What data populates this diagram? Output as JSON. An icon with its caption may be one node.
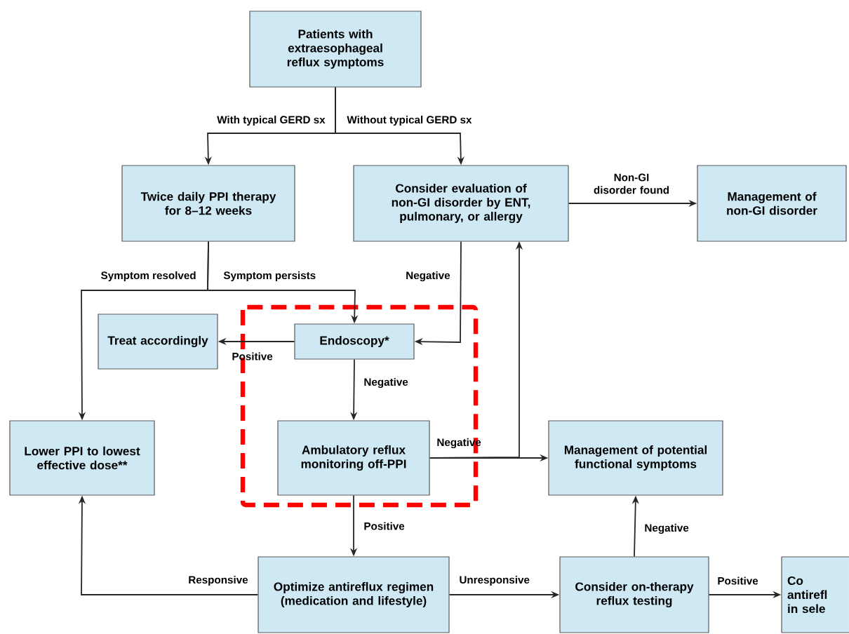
{
  "diagram": {
    "nodes": [
      {
        "text": [
          "Patients with extraesophageal reflux symptoms"
        ]
      },
      {
        "text": [
          "Twice daily PPI therapy for 8–12 weeks"
        ]
      },
      {
        "text": [
          "Consider evaluation of non-GI disorder by ENT, pulmonary, or allergy"
        ]
      },
      {
        "text": [
          "Management of non-GI disorder"
        ]
      },
      {
        "text": [
          "Treat accordingly"
        ]
      },
      {
        "text": [
          "Endoscopy*"
        ]
      },
      {
        "text": [
          "Lower PPI to lowest effective dose**"
        ]
      },
      {
        "text": [
          "Ambulatory reflux monitoring off-PPI"
        ]
      },
      {
        "text": [
          "Management of potential functional symptoms"
        ]
      },
      {
        "text": [
          "Optimize antireflux regimen (medication and lifestyle)"
        ]
      },
      {
        "text": [
          "Consider on-therapy reflux testing"
        ]
      },
      {
        "text": [
          "Co antirefl in sele"
        ]
      }
    ],
    "edges": [
      {
        "from": 0,
        "to": 1,
        "arrow": "to",
        "label": "With typical GERD sx"
      },
      {
        "from": 0,
        "to": 2,
        "arrow": "to",
        "label": "Without typical GERD sx"
      },
      {
        "from": 2,
        "to": 3,
        "arrow": "to",
        "label": "Non-GI disorder found"
      },
      {
        "from": 1,
        "to": 6,
        "arrow": "to",
        "label": "Symptom resolved"
      },
      {
        "from": 1,
        "to": 5,
        "arrow": "to",
        "label": "Symptom persists"
      },
      {
        "from": 2,
        "to": 5,
        "arrow": "to",
        "label": "Negative"
      },
      {
        "from": 5,
        "to": 4,
        "arrow": "to",
        "label": "Positive"
      },
      {
        "from": 5,
        "to": 7,
        "arrow": "to",
        "label": "Negative"
      },
      {
        "from": 7,
        "to": 8,
        "arrow": "to",
        "label": "Negative"
      },
      {
        "from": 7,
        "to": 2,
        "arrow": "to"
      },
      {
        "from": 7,
        "to": 9,
        "arrow": "to",
        "label": "Positive"
      },
      {
        "from": 9,
        "to": 6,
        "arrow": "to",
        "label": "Responsive"
      },
      {
        "from": 9,
        "to": 10,
        "arrow": "to",
        "label": "Unresponsive"
      },
      {
        "from": 10,
        "to": 8,
        "arrow": "to",
        "label": "Negative"
      },
      {
        "from": 10,
        "to": 11,
        "arrow": "to",
        "label": "Positive"
      }
    ]
  }
}
